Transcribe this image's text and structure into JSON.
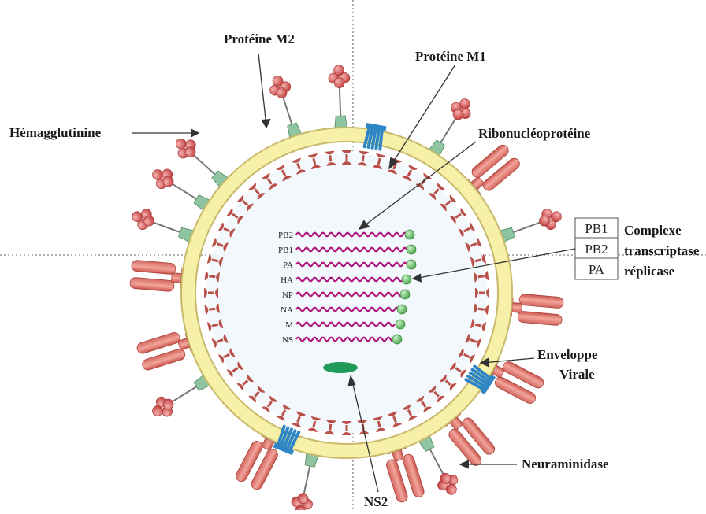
{
  "labels": {
    "hemagglutinine": "Hémagglutinine",
    "proteine_m2": "Protéine M2",
    "proteine_m1": "Protéine M1",
    "ribonucleoproteine": "Ribonucléoprotéine",
    "complexe_line1": "Complexe",
    "complexe_line2": "transcriptase",
    "complexe_line3": "réplicase",
    "enveloppe_line1": "Enveloppe",
    "enveloppe_line2": "Virale",
    "neuraminidase": "Neuraminidase",
    "ns2": "NS2"
  },
  "polymerase_box": [
    "PB1",
    "PB2",
    "PA"
  ],
  "segments": [
    "PB2",
    "PB1",
    "PA",
    "HA",
    "NP",
    "NA",
    "M",
    "NS"
  ],
  "colors": {
    "hemagglutinin": "#e8857c",
    "hemagglutinin_dark": "#c9544b",
    "envelope": "#f6f0a8",
    "envelope_edge": "#c8b86a",
    "m1_bead": "#b9504a",
    "m2": "#2f86c6",
    "neuraminidase_stalk": "#8fc4a0",
    "neuraminidase_head": "#d8585a",
    "rna": "#b0157a",
    "polymerase": "#6cc46e",
    "ns2": "#1f9a58",
    "interior": "#f2f8fb"
  }
}
